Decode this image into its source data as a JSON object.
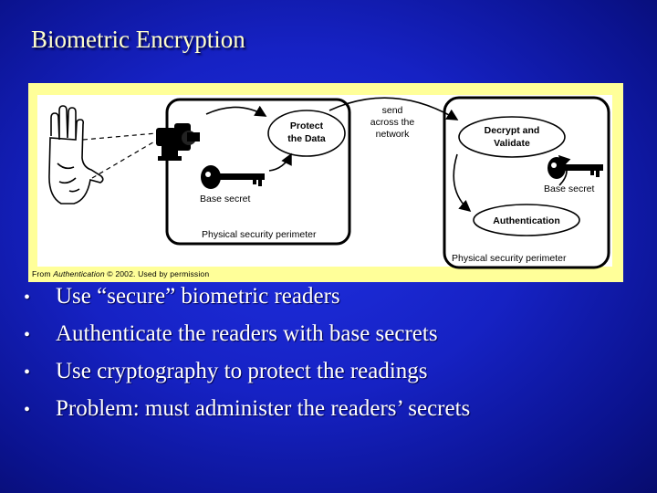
{
  "slide": {
    "title": "Biometric Encryption",
    "bullet_symbol": "•",
    "bullets": [
      "Use “secure” biometric readers",
      "Authenticate the readers with base secrets",
      "Use cryptography to protect the readings",
      "Problem: must administer the readers’ secrets"
    ]
  },
  "figure": {
    "protect_label_1": "Protect",
    "protect_label_2": "the Data",
    "send_label_1": "send",
    "send_label_2": "across the",
    "send_label_3": "network",
    "decrypt_label_1": "Decrypt and",
    "decrypt_label_2": "Validate",
    "auth_label": "Authentication",
    "base_secret_left": "Base secret",
    "base_secret_right": "Base secret",
    "perimeter_left": "Physical security perimeter",
    "perimeter_right": "Physical security perimeter",
    "credit_prefix": "From ",
    "credit_source": "Authentication",
    "credit_suffix": " © 2002. Used by permission"
  },
  "colors": {
    "background": "#1622c4",
    "title": "#ffffcc",
    "figure_background": "#ffff99",
    "bullet_text": "#ffffff"
  }
}
